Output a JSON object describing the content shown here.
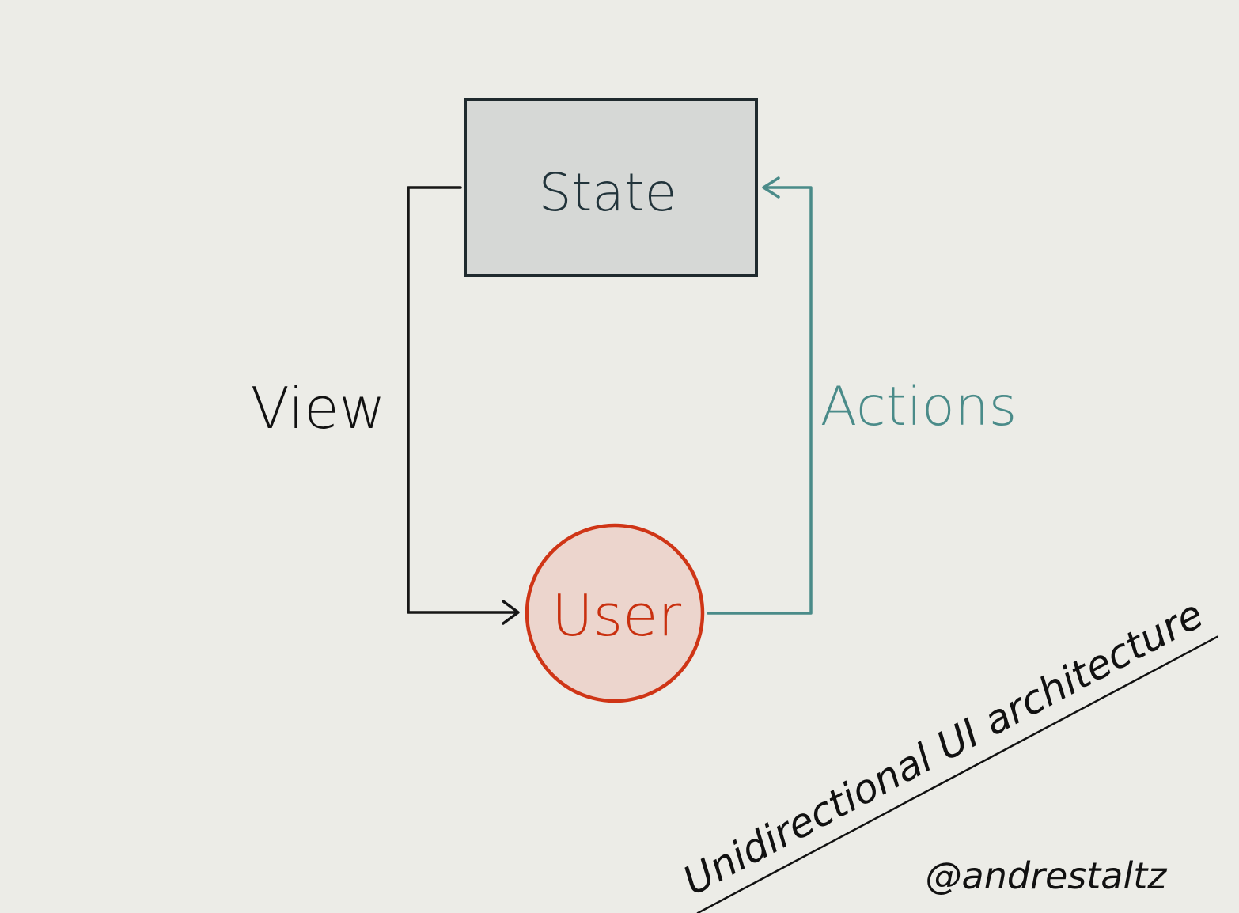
{
  "diagram": {
    "state_label": "State",
    "user_label": "User",
    "view_label": "View",
    "actions_label": "Actions",
    "title": "Unidirectional UI architecture",
    "author": "@andrestaltz"
  },
  "colors": {
    "background": "#ecece7",
    "state_fill": "#d6d8d6",
    "state_border": "#1f2a2e",
    "state_text": "#22343b",
    "view_arrow": "#161616",
    "view_text": "#111111",
    "actions_arrow": "#4a8b89",
    "actions_text": "#4a8b89",
    "user_fill": "#ecd5cd",
    "user_border": "#cf3516",
    "user_text": "#c9300f",
    "title_text": "#111111",
    "author_text": "#111111"
  }
}
